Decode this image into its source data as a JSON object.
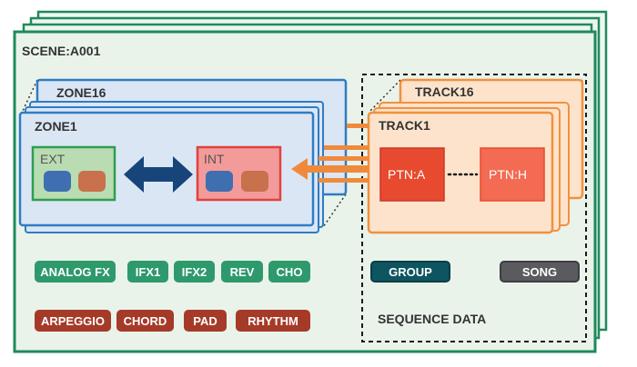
{
  "scene": {
    "label": "SCENE:A001"
  },
  "zones": {
    "back_label": "ZONE16",
    "front_label": "ZONE1"
  },
  "ext": {
    "label": "EXT"
  },
  "int": {
    "label": "INT"
  },
  "tracks": {
    "back_label": "TRACK16",
    "front_label": "TRACK1"
  },
  "patterns": {
    "first": "PTN:A",
    "last": "PTN:H"
  },
  "effects": [
    "ANALOG FX",
    "IFX1",
    "IFX2",
    "REV",
    "CHO"
  ],
  "parts": [
    "ARPEGGIO",
    "CHORD",
    "PAD",
    "RHYTHM"
  ],
  "sequence": {
    "group": "GROUP",
    "song": "SONG",
    "label": "SEQUENCE DATA"
  },
  "colors": {
    "scene_border": "#1f8a5b",
    "zone_border": "#2f7cc4",
    "track_border": "#f0913f",
    "pattern_fill": "#e84a2f",
    "arrow_blue": "#17457a",
    "arrow_orange": "#ef8a3c"
  }
}
